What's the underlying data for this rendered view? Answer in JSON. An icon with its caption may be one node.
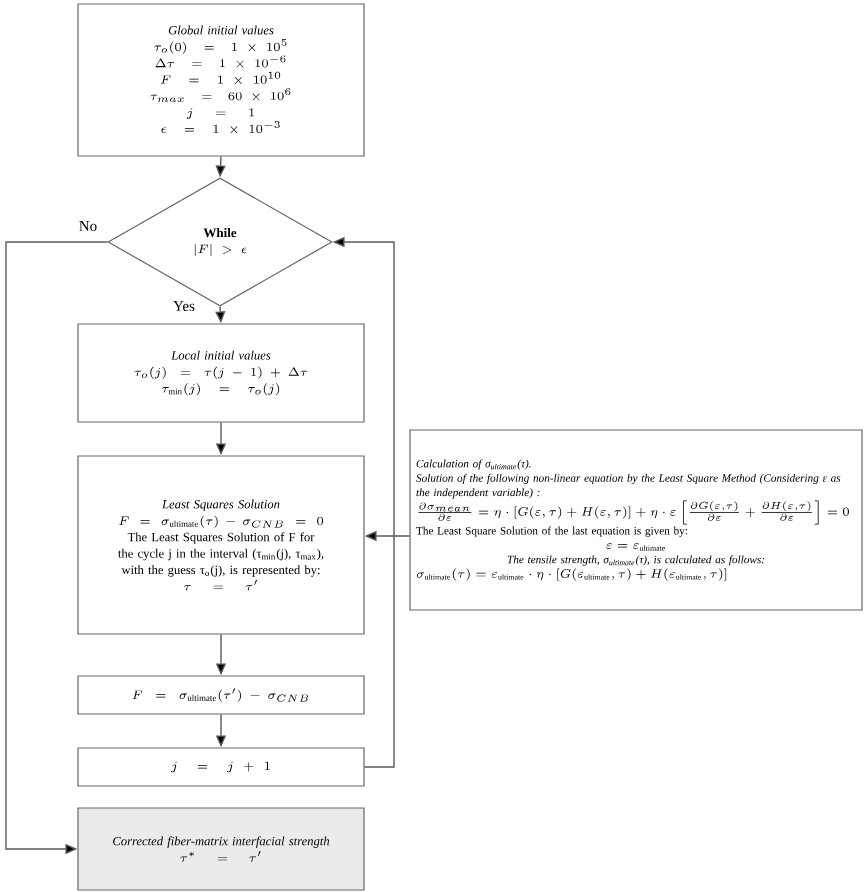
{
  "diagram": {
    "nodes": [
      {
        "text": [
          "Global initial values",
          "\\tau_o(0) = 1 \\times 10^{5}",
          "\\Delta\\tau = 1 \\times 10^{-6}",
          "F = 1 \\times 10^{10}",
          "\\tau_{max} = 60 \\times 10^{6}",
          "j = 1",
          "\\epsilon = 1 \\times 10^{-3}"
        ]
      },
      {
        "text": [
          "While",
          "|F| > \\epsilon"
        ]
      },
      {
        "text": [
          "Local initial values",
          "\\tau_o(j) = \\tau(j-1) + \\Delta\\tau",
          "\\tau_{\\mathrm{min}}(j) = \\tau_o(j)"
        ]
      },
      {
        "text": [
          "Least Squares Solution",
          "F = \\sigma_{\\mathrm{ultimate}}(\\tau) - \\sigma_{CNB} = 0",
          "The Least Squares Solution of F for the cycle j in the interval (τ$_{min}$(j), τ$_{max}$), with the guess τ$_{o}$(j), is represented by:",
          "\\tau = \\tau'"
        ]
      },
      {
        "text": [
          "F = \\sigma_{\\mathrm{ultimate}}(\\tau') - \\sigma_{CNB}"
        ]
      },
      {
        "text": [
          "j = j + 1"
        ]
      },
      {
        "text": [
          "Corrected fiber-matrix interfacial strength",
          "\\tau^{*} = \\tau'"
        ]
      },
      {
        "text": [
          "Calculation of σ$_{ultimate}$(τ).",
          "Solution of the following non-linear equation by the Least Square Method (Considering ε as the independent variable) :",
          "\\frac{\\partial\\sigma_{mean}}{\\partial\\varepsilon} = \\eta\\cdot[G(\\varepsilon,\\tau)+H(\\varepsilon,\\tau)] + \\eta\\cdot\\varepsilon\\left[\\frac{\\partial G(\\varepsilon,\\tau)}{\\partial\\varepsilon}+\\frac{\\partial H(\\varepsilon,\\tau)}{\\partial\\varepsilon}\\right] = 0",
          "The Least Square Solution of the last equation is given by:",
          "\\varepsilon = \\varepsilon_{\\mathrm{ultimate}}",
          "The tensile strength, σ$_{ultimate}$(τ), is calculated as follows:",
          "\\sigma_{\\mathrm{ultimate}}(\\tau) = \\varepsilon_{\\mathrm{ultimate}}\\cdot\\eta\\cdot[G(\\varepsilon_{\\mathrm{ultimate}},\\tau) + H(\\varepsilon_{\\mathrm{ultimate}},\\tau)]"
        ]
      }
    ],
    "edges": [
      {
        "from": 0,
        "to": 1,
        "arrow": "to"
      },
      {
        "from": 1,
        "to": 2,
        "arrow": "to",
        "label": "Yes"
      },
      {
        "from": 1,
        "to": 6,
        "arrow": "to",
        "label": "No"
      },
      {
        "from": 2,
        "to": 3,
        "arrow": "to"
      },
      {
        "from": 7,
        "to": 3,
        "arrow": "to"
      },
      {
        "from": 3,
        "to": 4,
        "arrow": "to"
      },
      {
        "from": 4,
        "to": 5,
        "arrow": "to"
      },
      {
        "from": 5,
        "to": 1,
        "arrow": "to"
      }
    ]
  }
}
